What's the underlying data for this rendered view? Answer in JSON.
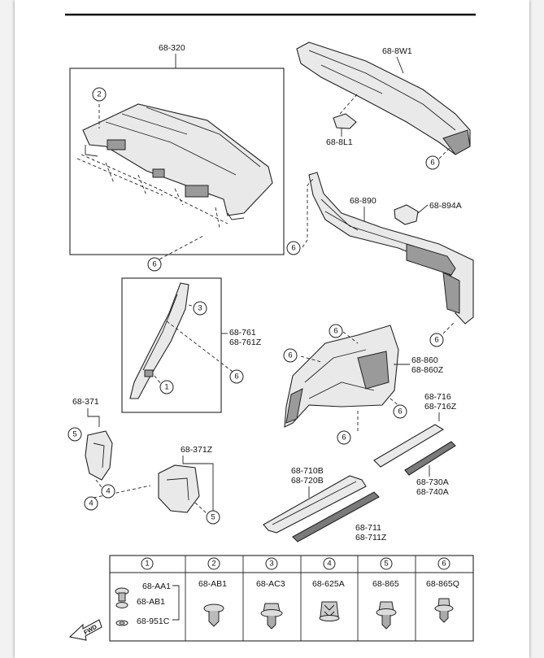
{
  "parts": {
    "p68_320": "68-320",
    "p68_8W1": "68-8W1",
    "p68_8L1": "68-8L1",
    "p68_890": "68-890",
    "p68_894A": "68-894A",
    "p68_761": "68-761",
    "p68_761Z": "68-761Z",
    "p68_860": "68-860",
    "p68_860Z": "68-860Z",
    "p68_716": "68-716",
    "p68_716Z": "68-716Z",
    "p68_371": "68-371",
    "p68_371Z": "68-371Z",
    "p68_710B": "68-710B",
    "p68_720B": "68-720B",
    "p68_730A": "68-730A",
    "p68_740A": "68-740A",
    "p68_711": "68-711",
    "p68_711Z": "68-711Z"
  },
  "callouts": {
    "c1": "1",
    "c2": "2",
    "c3": "3",
    "c4": "4",
    "c5": "5",
    "c6": "6"
  },
  "fastener_table": {
    "headers": [
      "1",
      "2",
      "3",
      "4",
      "5",
      "6"
    ],
    "col1_parts": [
      "68-AA1",
      "68-AB1",
      "68-951C"
    ],
    "col2": "68-AB1",
    "col3": "68-AC3",
    "col4": "68-625A",
    "col5": "68-865",
    "col6": "68-865Q"
  },
  "fwd_label": "FWD"
}
